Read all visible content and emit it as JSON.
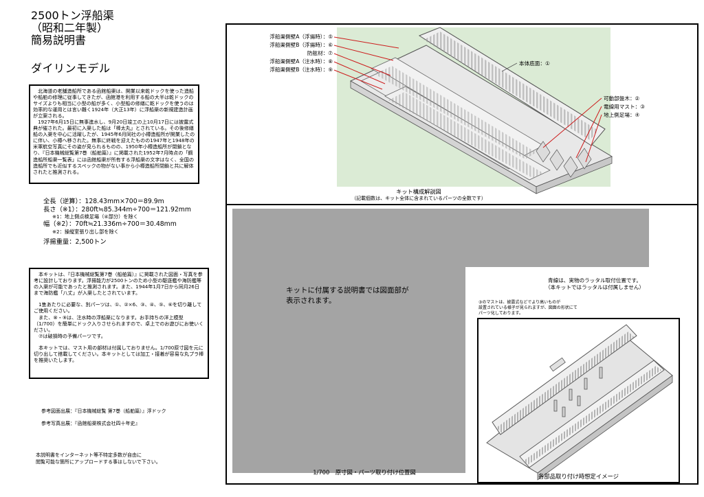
{
  "header": {
    "title_lines": [
      "2500トン浮船渠",
      "（昭和二年製）",
      "簡易説明書"
    ],
    "brand": "ダイリンモデル"
  },
  "description": {
    "paragraphs": [
      "北海道の老舗造船所である函館船渠は、開業以来乾ドックを使った造船や船舶の修理に従事してきたが、函館港を利用する船の大半は乾ドックのサイズよりも相当に小型の船が多く、小型船の修繕に乾ドックを使うのは効率的な運用とは言い難く1924年（大正13年）に浮船渠の新規建造計画が立案される。",
      "1927年6月15日に無事進水し、9月20日竣工の上10月17日には披露式典が催された。最初に入渠した船は「棒太丸」とされている。その後修繕船の入渠を中心に活躍したが、1945年6月同社の小樽造船所が開業したのに伴い、小樽へ移された。無事に終戦を迎えたものの1947年と1948年の米軍航空写真にその姿が見られるものの、1950年小樽造船所が閉鎖となり、『日本機械総覧第7巻（船舶篇）』に掲載された1952年7月時点の「鋼造船所船渠一覧表」には函館船渠が所有する浮船渠の文字はなく、全国の造船所でも近似するスペックの物がない事から小樽造船所閉鎖と共に解体されたと推測される。"
    ]
  },
  "specs": {
    "length_total": "全長（逆算）：128.43mm×700＝89.9m",
    "length": "長さ（※1）：280ft≒85.344m÷700＝121.92mm",
    "note1": "※1：地上側点検足場（④部分）を除く",
    "width": "幅（※2）：70ft≒21.336m÷700＝30.48mm",
    "note2": "※2：操縦室張り出し部を除く",
    "weight": "浮揚重量：2,500トン"
  },
  "kit_info": {
    "paragraphs": [
      "本キットは、『日本機械総覧第7巻（船舶篇）』に掲載された図面・写真を参考に設計しております。浮揚能力が2500トンのため小型の駆逐艦や海防艦等の入渠が可能であったと推測されます。また、1944年1月7日から同月26日まで海防艦「八丈」が入渠したとされています。",
      "1隻あたりに必要な、別パーツは、①、②×6、③、④、⑤、⑥を切り離してご使用ください。",
      "また、⑧・⑨は、注水時の浮船渠になります。お手持ちの洋上模型（1/700）を簡単にドック入りさせられますので、卓上でのお遊びにお使いください。",
      "⑦は破損時の予備パーツです。",
      "本キットでは、マスト用の部材は付属しておりません。1/700原寸図を元に切り出して搭載してください。本キットとしては加工・接着が容易な丸プラ棒を推奨いたします。"
    ]
  },
  "references": {
    "drawing": "参考図面出展：『日本機械総覧 第7巻（船舶篇）』浮ドック",
    "photo": "参考写真出展：『函館船渠株式会社四十年史』"
  },
  "footnote": {
    "lines": [
      "本説明書をインターネット等不特定多数が自由に",
      "閲覧可能な箇所にアップロードする事はしないで下さい。"
    ]
  },
  "diagram": {
    "parts_left": [
      "浮船渠側壁A（浮揚時）：⑤",
      "浮船渠側壁B（浮揚時）：⑥",
      "防舷材：⑦",
      "浮船渠側壁A（注水時）：⑧",
      "浮船渠側壁B（注水時）：⑨"
    ],
    "part_base": "本体底面：①",
    "part_block": "可動部盤木：②",
    "part_mast": "電線用マスト：③",
    "part_scaffold": "地上側足場：④",
    "caption": "キット構成解説図",
    "caption_note": "（記載個数は、キット全体に含まれているパーツの全数です）",
    "colors": {
      "background": "#dbebd5",
      "leader_line": "#cc1a1a",
      "part_fill": "#eaeaea",
      "part_stroke": "#555555"
    }
  },
  "drawing_area": {
    "gray_note_lines": [
      "キットに付属する説明書では図面部が",
      "表示されます。"
    ],
    "blue_note_lines": [
      "青線は、実物のラッタル取付位置です。",
      "（本キットではラッタルは付属しません）"
    ],
    "mast_note_lines": [
      "③のマストは、披露式などでより高いものが",
      "設置されている様子が見られますが、図面の形状にて",
      "パーツ化しております。"
    ],
    "caption": "1/700　原寸図・パーツ取り付け位置図",
    "iso_caption": "各部品取り付け時想定イメージ",
    "colors": {
      "gray": "#a4a4a4"
    }
  }
}
